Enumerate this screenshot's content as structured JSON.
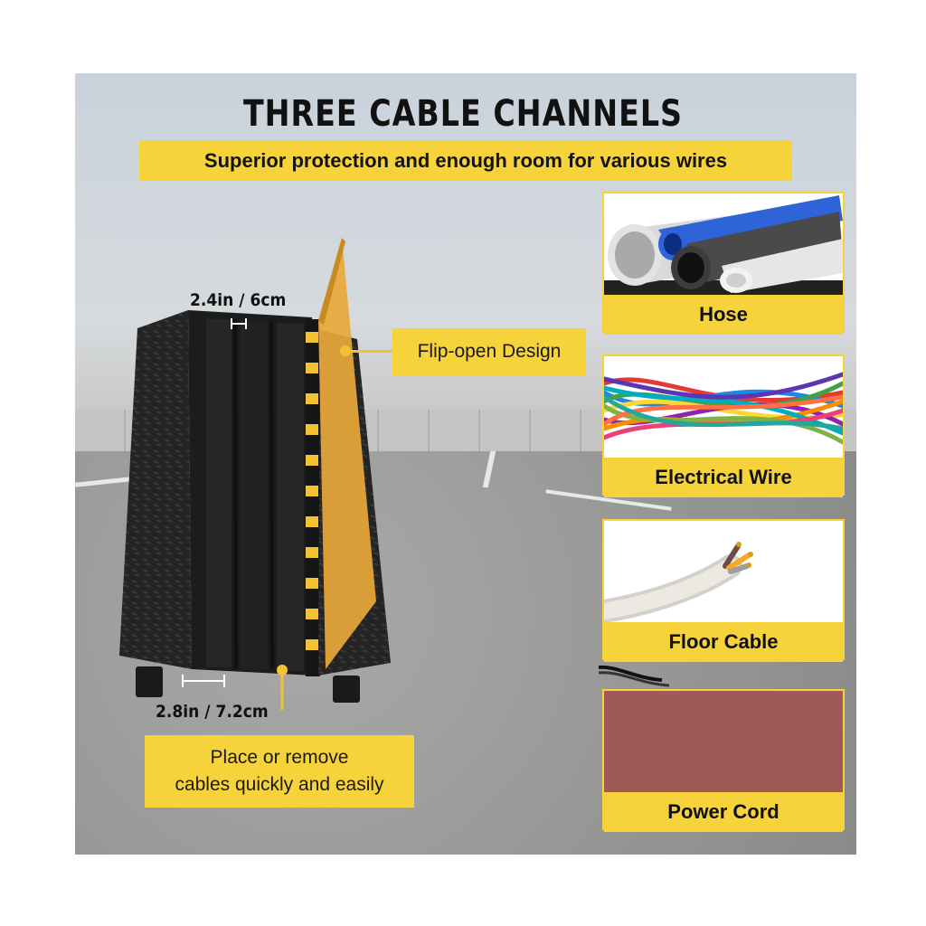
{
  "header": {
    "title": "THREE CABLE CHANNELS",
    "subtitle": "Superior protection and enough room for various wires"
  },
  "dimensions": {
    "top_width": "2.4in / 6cm",
    "bottom_width": "2.8in / 7.2cm"
  },
  "callouts": {
    "flip_open": "Flip-open Design",
    "place_line1": "Place or remove",
    "place_line2": "cables quickly and easily"
  },
  "panels": [
    {
      "label": "Hose"
    },
    {
      "label": "Electrical Wire"
    },
    {
      "label": "Floor Cable"
    },
    {
      "label": "Power Cord"
    }
  ],
  "colors": {
    "accent_yellow": "#f7d33b",
    "protector_black": "#1e1e1e",
    "power_cord_fill": "#9e5a55"
  }
}
